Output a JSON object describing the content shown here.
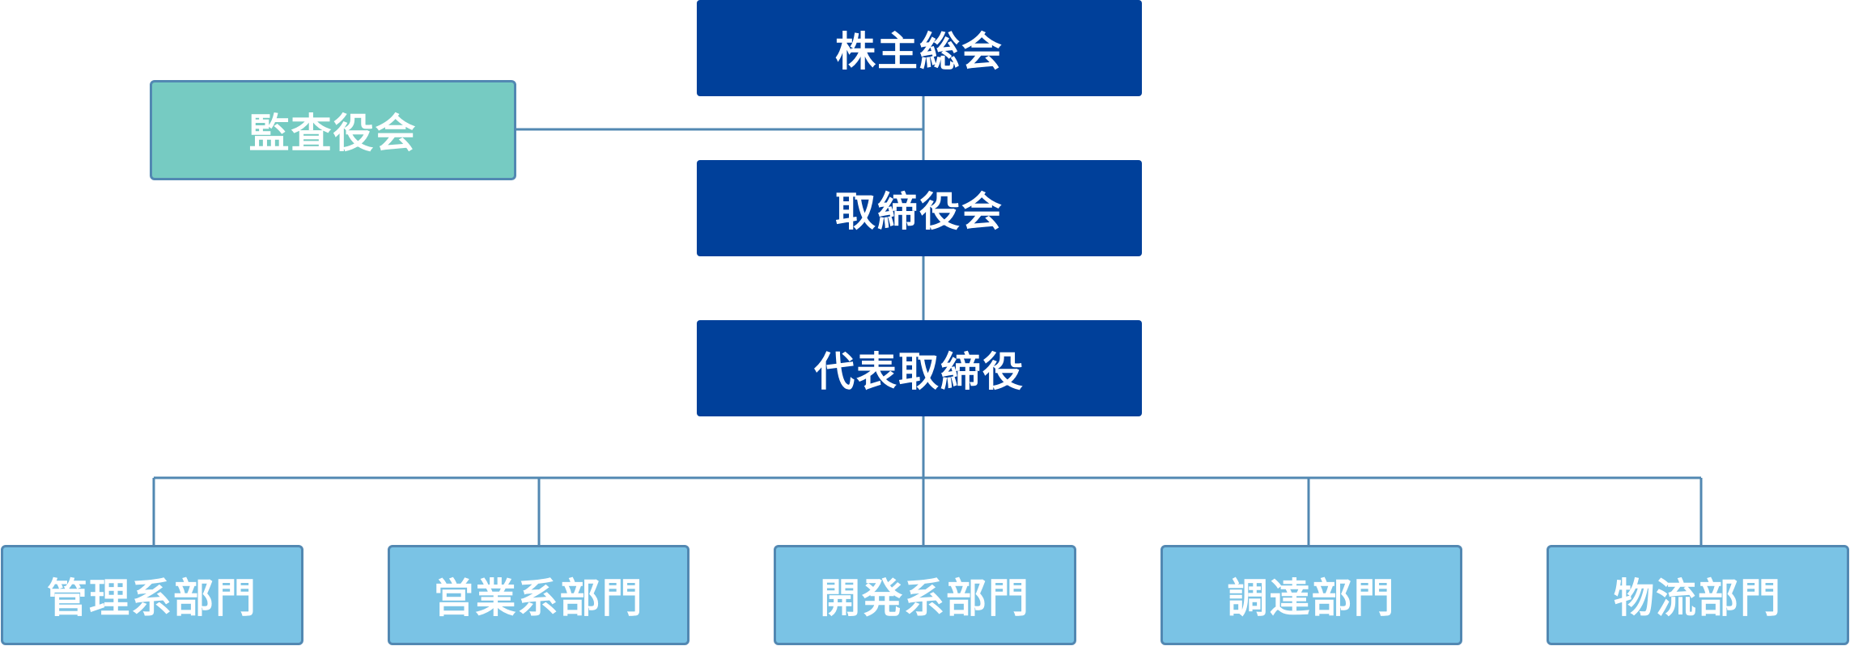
{
  "colors": {
    "primary_box": "#00409a",
    "audit_box": "#76cbc2",
    "department_box": "#7ac3e5",
    "connector": "#5288b2",
    "text": "#ffffff"
  },
  "nodes": {
    "shareholders": "株主総会",
    "audit_board": "監査役会",
    "board_of_directors": "取締役会",
    "representative_director": "代表取締役"
  },
  "departments": [
    "管理系部門",
    "営業系部門",
    "開発系部門",
    "調達部門",
    "物流部門"
  ]
}
